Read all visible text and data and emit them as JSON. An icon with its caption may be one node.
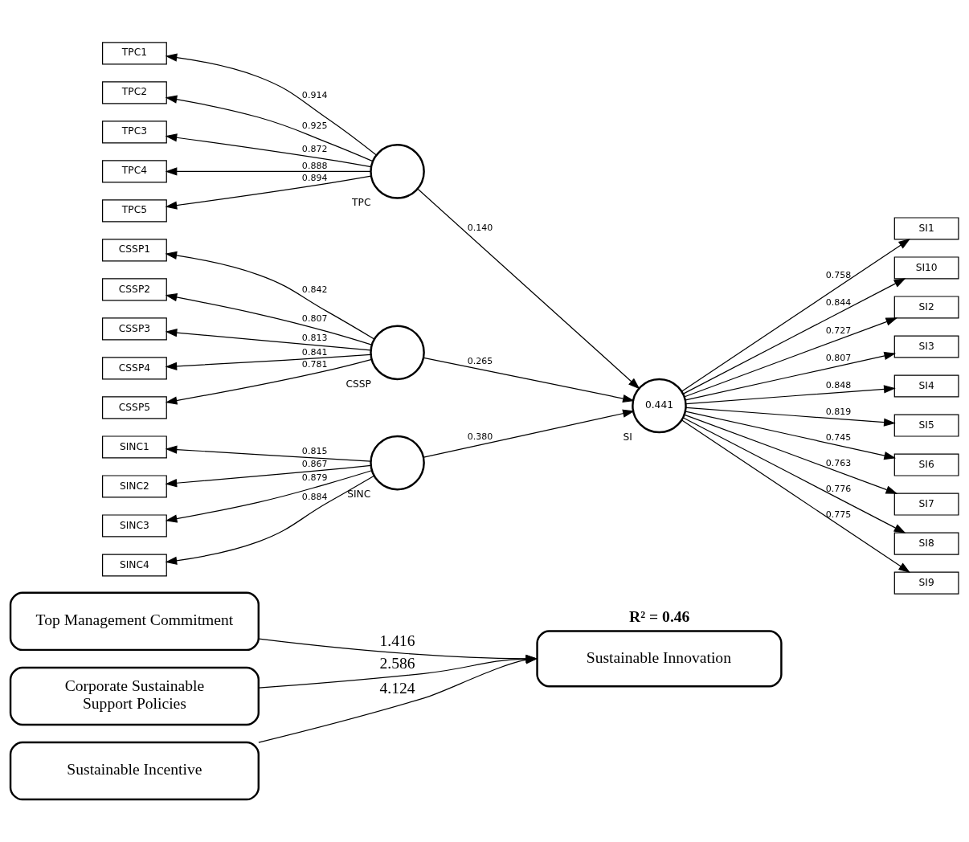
{
  "diagram": {
    "nodes": [
      {
        "text": [
          "TPC1"
        ]
      },
      {
        "text": [
          "TPC2"
        ]
      },
      {
        "text": [
          "TPC3"
        ]
      },
      {
        "text": [
          "TPC4"
        ]
      },
      {
        "text": [
          "TPC5"
        ]
      },
      {
        "text": [
          "TPC"
        ]
      },
      {
        "text": [
          "CSSP1"
        ]
      },
      {
        "text": [
          "CSSP2"
        ]
      },
      {
        "text": [
          "CSSP3"
        ]
      },
      {
        "text": [
          "CSSP4"
        ]
      },
      {
        "text": [
          "CSSP5"
        ]
      },
      {
        "text": [
          "CSSP"
        ]
      },
      {
        "text": [
          "SINC1"
        ]
      },
      {
        "text": [
          "SINC2"
        ]
      },
      {
        "text": [
          "SINC3"
        ]
      },
      {
        "text": [
          "SINC4"
        ]
      },
      {
        "text": [
          "SINC"
        ]
      },
      {
        "text": [
          "0.441",
          "SI"
        ]
      },
      {
        "text": [
          "SI1"
        ]
      },
      {
        "text": [
          "SI10"
        ]
      },
      {
        "text": [
          "SI2"
        ]
      },
      {
        "text": [
          "SI3"
        ]
      },
      {
        "text": [
          "SI4"
        ]
      },
      {
        "text": [
          "SI5"
        ]
      },
      {
        "text": [
          "SI6"
        ]
      },
      {
        "text": [
          "SI7"
        ]
      },
      {
        "text": [
          "SI8"
        ]
      },
      {
        "text": [
          "SI9"
        ]
      },
      {
        "text": [
          "Top Management Commitment"
        ]
      },
      {
        "text": [
          "Corporate Sustainable Support Policies"
        ]
      },
      {
        "text": [
          "Sustainable Incentive"
        ]
      },
      {
        "text": [
          "Sustainable Innovation"
        ],
        "beside": [
          "R² = 0.46"
        ]
      }
    ],
    "edges": [
      {
        "from": 5,
        "to": 0,
        "arrow": "to",
        "label": "0.914"
      },
      {
        "from": 5,
        "to": 1,
        "arrow": "to",
        "label": "0.925"
      },
      {
        "from": 5,
        "to": 2,
        "arrow": "to",
        "label": "0.872"
      },
      {
        "from": 5,
        "to": 3,
        "arrow": "to",
        "label": "0.888"
      },
      {
        "from": 5,
        "to": 4,
        "arrow": "to",
        "label": "0.894"
      },
      {
        "from": 11,
        "to": 6,
        "arrow": "to",
        "label": "0.842"
      },
      {
        "from": 11,
        "to": 7,
        "arrow": "to",
        "label": "0.807"
      },
      {
        "from": 11,
        "to": 8,
        "arrow": "to",
        "label": "0.813"
      },
      {
        "from": 11,
        "to": 9,
        "arrow": "to",
        "label": "0.841"
      },
      {
        "from": 11,
        "to": 10,
        "arrow": "to",
        "label": "0.781"
      },
      {
        "from": 16,
        "to": 12,
        "arrow": "to",
        "label": "0.815"
      },
      {
        "from": 16,
        "to": 13,
        "arrow": "to",
        "label": "0.867"
      },
      {
        "from": 16,
        "to": 14,
        "arrow": "to",
        "label": "0.879"
      },
      {
        "from": 16,
        "to": 15,
        "arrow": "to",
        "label": "0.884"
      },
      {
        "from": 5,
        "to": 17,
        "arrow": "to",
        "label": "0.140"
      },
      {
        "from": 11,
        "to": 17,
        "arrow": "to",
        "label": "0.265"
      },
      {
        "from": 16,
        "to": 17,
        "arrow": "to",
        "label": "0.380"
      },
      {
        "from": 17,
        "to": 18,
        "arrow": "to",
        "label": "0.758"
      },
      {
        "from": 17,
        "to": 19,
        "arrow": "to",
        "label": "0.844"
      },
      {
        "from": 17,
        "to": 20,
        "arrow": "to",
        "label": "0.727"
      },
      {
        "from": 17,
        "to": 21,
        "arrow": "to",
        "label": "0.807"
      },
      {
        "from": 17,
        "to": 22,
        "arrow": "to",
        "label": "0.848"
      },
      {
        "from": 17,
        "to": 23,
        "arrow": "to",
        "label": "0.819"
      },
      {
        "from": 17,
        "to": 24,
        "arrow": "to",
        "label": "0.745"
      },
      {
        "from": 17,
        "to": 25,
        "arrow": "to",
        "label": "0.763"
      },
      {
        "from": 17,
        "to": 26,
        "arrow": "to",
        "label": "0.776"
      },
      {
        "from": 17,
        "to": 27,
        "arrow": "to",
        "label": "0.775"
      },
      {
        "from": 28,
        "to": 31,
        "arrow": "to",
        "label": "1.416"
      },
      {
        "from": 29,
        "to": 31,
        "arrow": "to",
        "label": "2.586"
      },
      {
        "from": 30,
        "to": 31,
        "arrow": "to",
        "label": "4.124"
      }
    ]
  }
}
